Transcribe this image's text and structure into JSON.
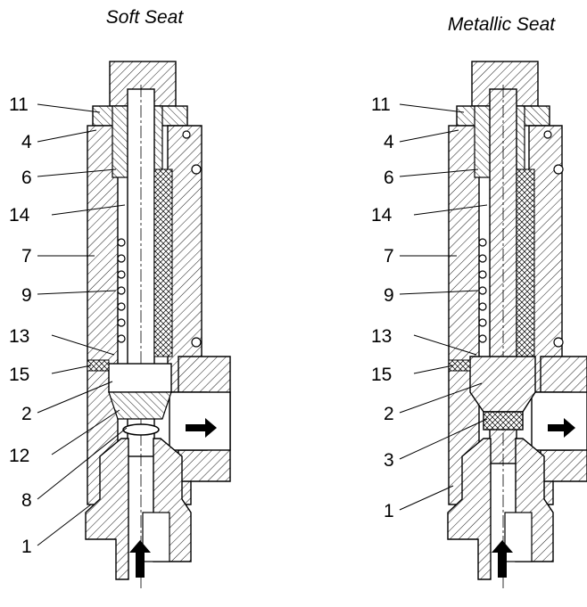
{
  "left_view": {
    "title": "Soft Seat",
    "labels": [
      "11",
      "4",
      "6",
      "14",
      "7",
      "9",
      "13",
      "15",
      "2",
      "12",
      "8",
      "1"
    ]
  },
  "right_view": {
    "title": "Metallic Seat",
    "labels": [
      "11",
      "4",
      "6",
      "14",
      "7",
      "9",
      "13",
      "15",
      "2",
      "3",
      "1"
    ]
  },
  "icons": {
    "flow_in": "arrow-up-icon",
    "flow_out": "arrow-right-icon"
  },
  "colors": {
    "line": "#000000",
    "hatch": "#000000",
    "background": "#ffffff"
  }
}
